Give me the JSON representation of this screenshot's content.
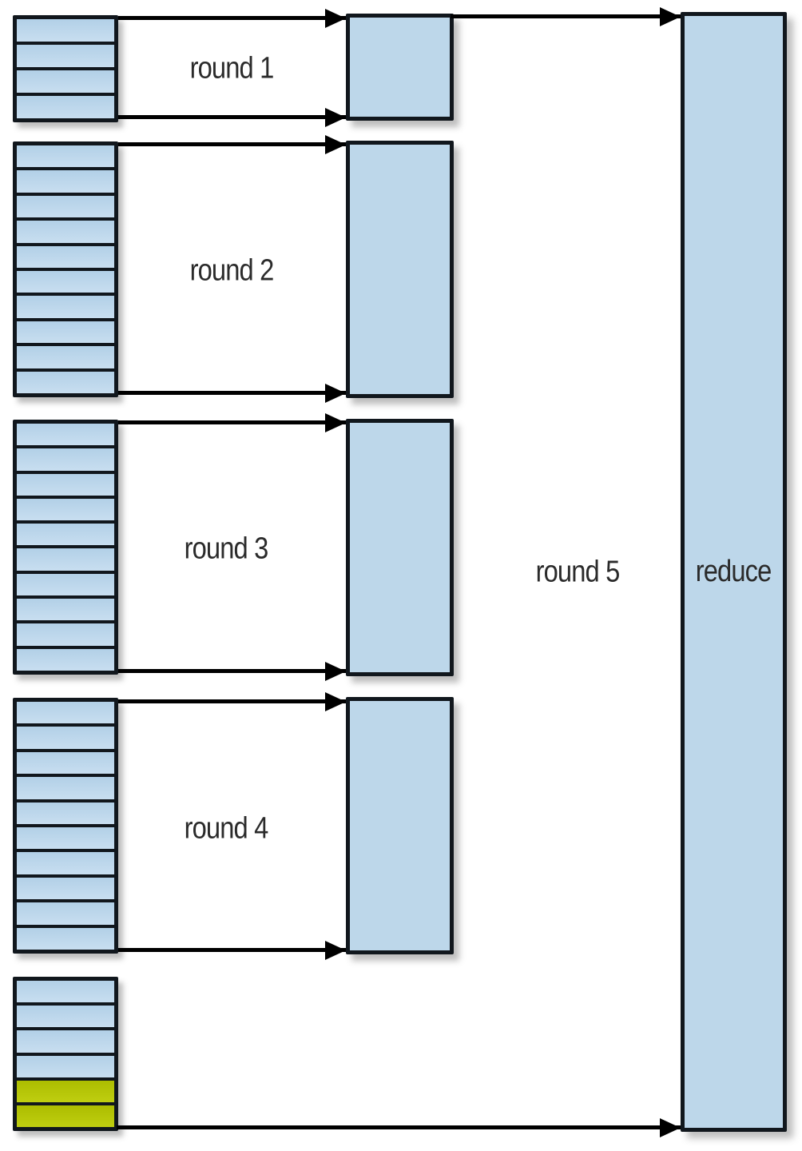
{
  "diagram": {
    "labels": {
      "round1": "round 1",
      "round2": "round 2",
      "round3": "round 3",
      "round4": "round 4",
      "round5": "round 5",
      "reduce": "reduce"
    },
    "colors": {
      "border": "#11171d",
      "arrow": "#000000",
      "box_fill": "#bdd7ea",
      "slice_blue": "#bdd7ea",
      "slice_olive": "#b2c406",
      "label_text": "#2b2b2b",
      "background": "#ffffff"
    },
    "stacks": [
      {
        "name": "input-stack-1",
        "slices": 4,
        "olive_count": 0
      },
      {
        "name": "input-stack-2",
        "slices": 10,
        "olive_count": 0
      },
      {
        "name": "input-stack-3",
        "slices": 10,
        "olive_count": 0
      },
      {
        "name": "input-stack-4",
        "slices": 10,
        "olive_count": 0
      },
      {
        "name": "input-stack-5",
        "slices": 6,
        "olive_count": 2
      }
    ],
    "merge_boxes": [
      "merge-box-round-1",
      "merge-box-round-2",
      "merge-box-round-3",
      "merge-box-round-4"
    ]
  }
}
